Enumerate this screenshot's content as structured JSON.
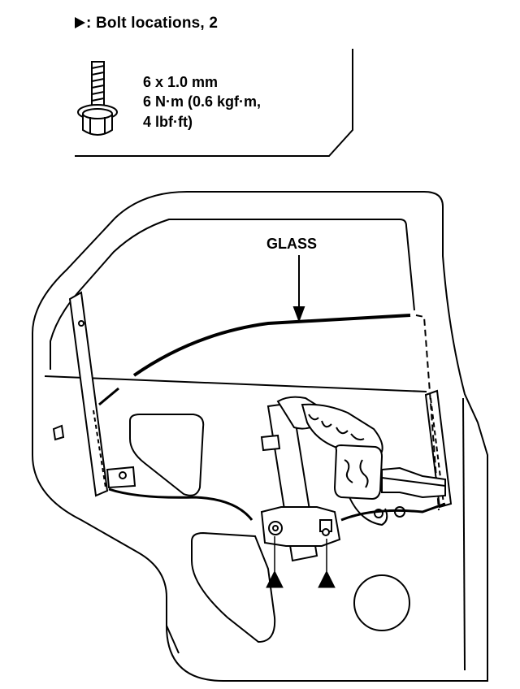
{
  "legend": {
    "title_text": ": Bolt locations, 2",
    "marker_icon": "black-triangle-icon"
  },
  "bolt_spec": {
    "size": "6 x 1.0 mm",
    "torque_line1": "6 N·m (0.6 kgf·m,",
    "torque_line2": "4 lbf·ft)"
  },
  "callouts": {
    "glass": "GLASS"
  },
  "colors": {
    "ink": "#000000",
    "paper": "#ffffff"
  }
}
